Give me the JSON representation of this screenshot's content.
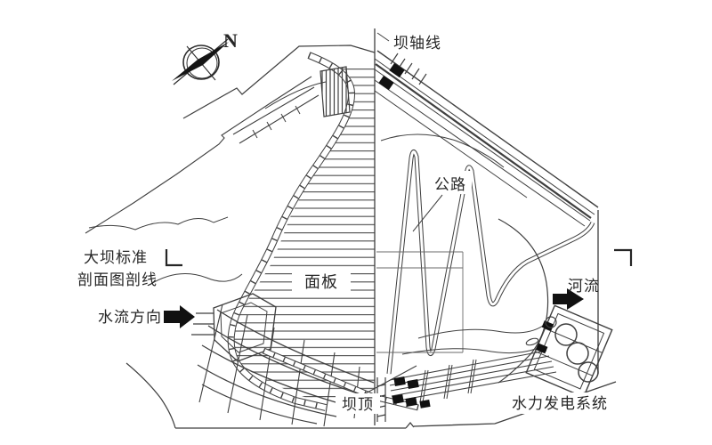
{
  "figure": {
    "description": "Plan drawing of a concrete-faced rockfill dam site",
    "colors": {
      "background": "#ffffff",
      "line": "#3f3f3f",
      "solid_fill": "#111111",
      "label": "#262626"
    },
    "labels": {
      "north": "N",
      "dam_axis": "坝轴线",
      "road": "公路",
      "section_caption_line1": "大坝标准",
      "section_caption_line2": "剖面图剖线",
      "flow_direction": "水流方向",
      "face_slab": "面板",
      "river": "河流",
      "dam_crest": "坝顶",
      "hydropower_system": "水力发电系统"
    },
    "icons": {
      "compass": "north-compass-icon",
      "flow_arrow": "solid right arrow",
      "river_arrow": "solid right arrow"
    }
  }
}
